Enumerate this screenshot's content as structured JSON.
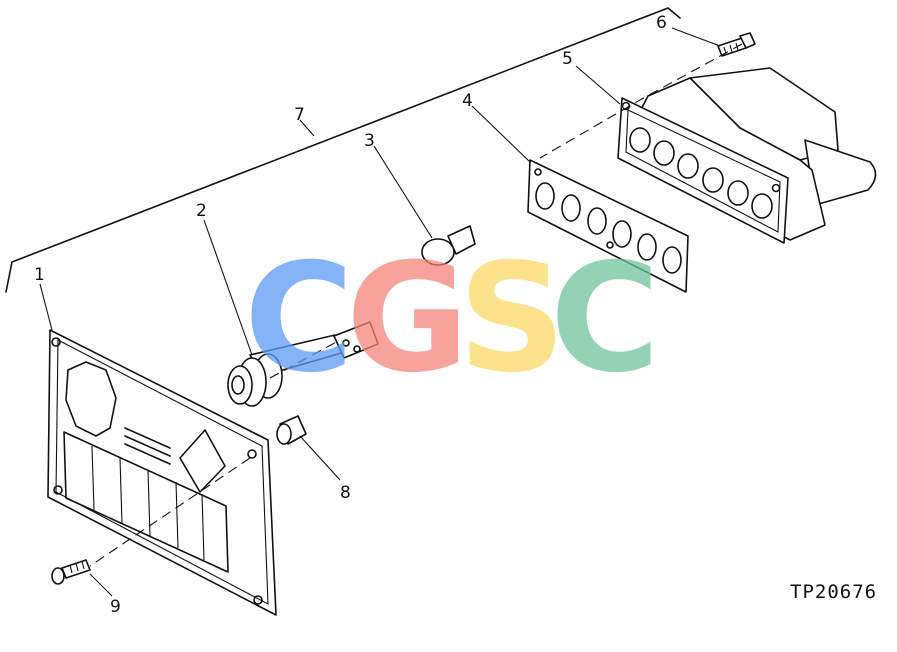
{
  "callouts": [
    {
      "label": "1"
    },
    {
      "label": "2"
    },
    {
      "label": "3"
    },
    {
      "label": "4"
    },
    {
      "label": "5"
    },
    {
      "label": "6"
    },
    {
      "label": "7"
    },
    {
      "label": "8"
    },
    {
      "label": "9"
    }
  ],
  "figure_id": "TP20676",
  "watermark": {
    "letters": [
      "C",
      "G",
      "S",
      "C"
    ],
    "colors": [
      "#5b9cf5",
      "#f5837a",
      "#fbd967",
      "#6fc49a"
    ]
  },
  "colors": {
    "ink": "#111111",
    "background": "#ffffff"
  }
}
